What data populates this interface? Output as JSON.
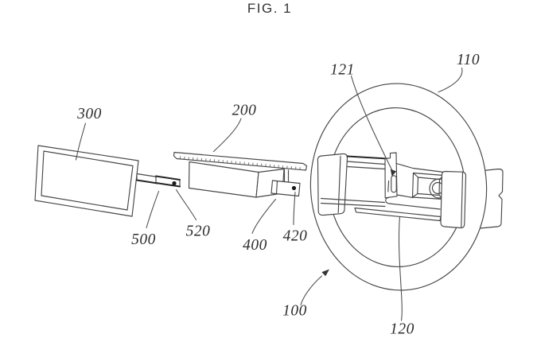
{
  "figure": {
    "caption": "FIG. 1",
    "refs": [
      "300",
      "200",
      "121",
      "110",
      "500",
      "520",
      "400",
      "420",
      "100",
      "120"
    ],
    "colors": {
      "line": "#474747",
      "ink": "#2d2d2d",
      "background": "#ffffff"
    }
  }
}
